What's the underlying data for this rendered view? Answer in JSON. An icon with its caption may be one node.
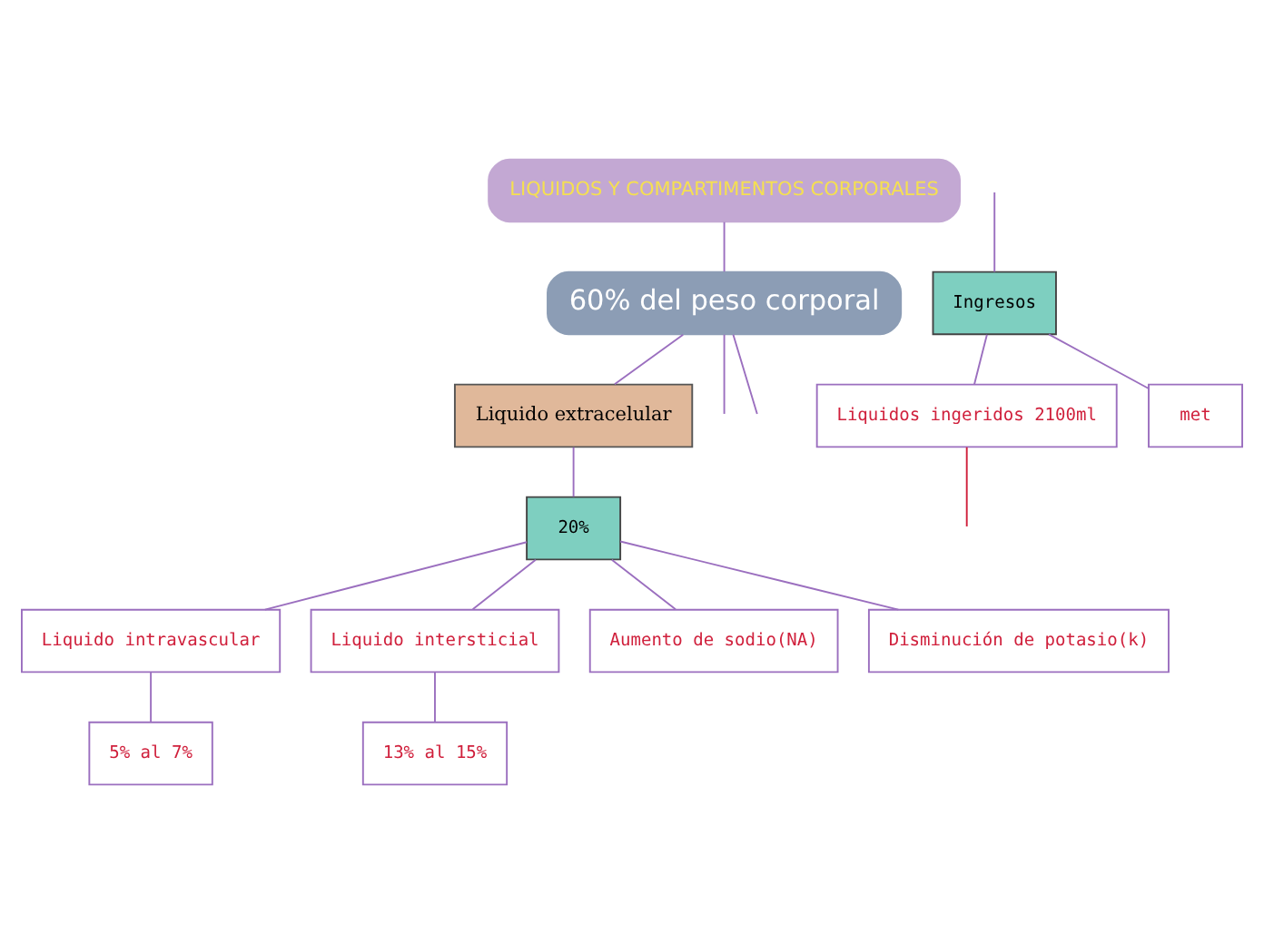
{
  "diagram": {
    "nodes": [
      {
        "text": [
          "LIQUIDOS Y COMPARTIMENTOS CORPORALES"
        ]
      },
      {
        "text": [
          "60% del peso corporal"
        ]
      },
      {
        "text": [
          "Liquido extracelular"
        ]
      },
      {
        "text": [
          "20%"
        ]
      },
      {
        "text": [
          "Liquido intravascular"
        ]
      },
      {
        "text": [
          "Liquido intersticial"
        ]
      },
      {
        "text": [
          "Aumento de sodio(NA)"
        ]
      },
      {
        "text": [
          "Disminución de potasio(k)"
        ]
      },
      {
        "text": [
          "5% al 7%"
        ]
      },
      {
        "text": [
          "13% al 15%"
        ]
      },
      {
        "text": [
          "Ingresos"
        ]
      },
      {
        "text": [
          "Liquidos ingeridos 2100ml"
        ]
      },
      {
        "text": [
          "met"
        ]
      }
    ],
    "edges": [
      {
        "from": 0,
        "to": 1,
        "arrow": "none"
      },
      {
        "from": 1,
        "to": null,
        "arrow": "none"
      },
      {
        "from": 1,
        "to": 2,
        "arrow": "none"
      },
      {
        "from": 1,
        "to": null,
        "arrow": "none"
      },
      {
        "from": 2,
        "to": 3,
        "arrow": "none"
      },
      {
        "from": 3,
        "to": 4,
        "arrow": "none"
      },
      {
        "from": 3,
        "to": 5,
        "arrow": "none"
      },
      {
        "from": 3,
        "to": 6,
        "arrow": "none"
      },
      {
        "from": 3,
        "to": 7,
        "arrow": "none"
      },
      {
        "from": 4,
        "to": 8,
        "arrow": "none"
      },
      {
        "from": 5,
        "to": 9,
        "arrow": "none"
      },
      {
        "from": null,
        "to": 10,
        "arrow": "none"
      },
      {
        "from": 10,
        "to": 11,
        "arrow": "none"
      },
      {
        "from": 10,
        "to": 12,
        "arrow": "none"
      },
      {
        "from": 11,
        "to": null,
        "arrow": "none",
        "color": "#d0203c"
      }
    ]
  }
}
